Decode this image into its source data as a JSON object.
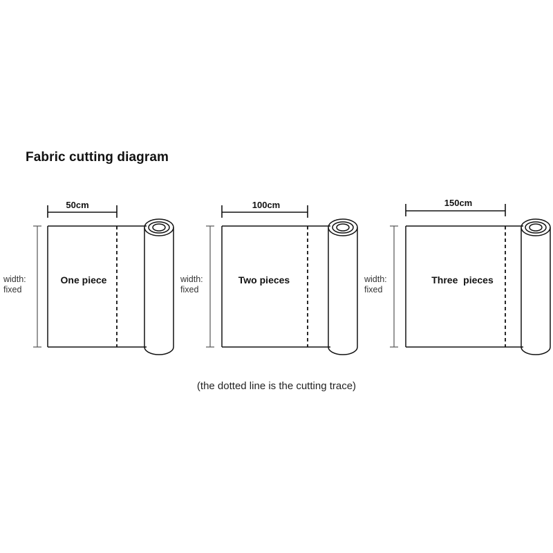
{
  "title": "Fabric cutting diagram",
  "caption": "(the dotted line is the cutting trace)",
  "panels": [
    {
      "length_label": "50cm",
      "pieces_label": "One piece",
      "width_label_1": "width:",
      "width_label_2": "fixed"
    },
    {
      "length_label": "100cm",
      "pieces_label": "Two pieces",
      "width_label_1": "width:",
      "width_label_2": "fixed"
    },
    {
      "length_label": "150cm",
      "pieces_label": "Three  pieces",
      "width_label_1": "width:",
      "width_label_2": "fixed"
    }
  ],
  "colors": {
    "line": "#111111",
    "dim_line": "#555555"
  }
}
